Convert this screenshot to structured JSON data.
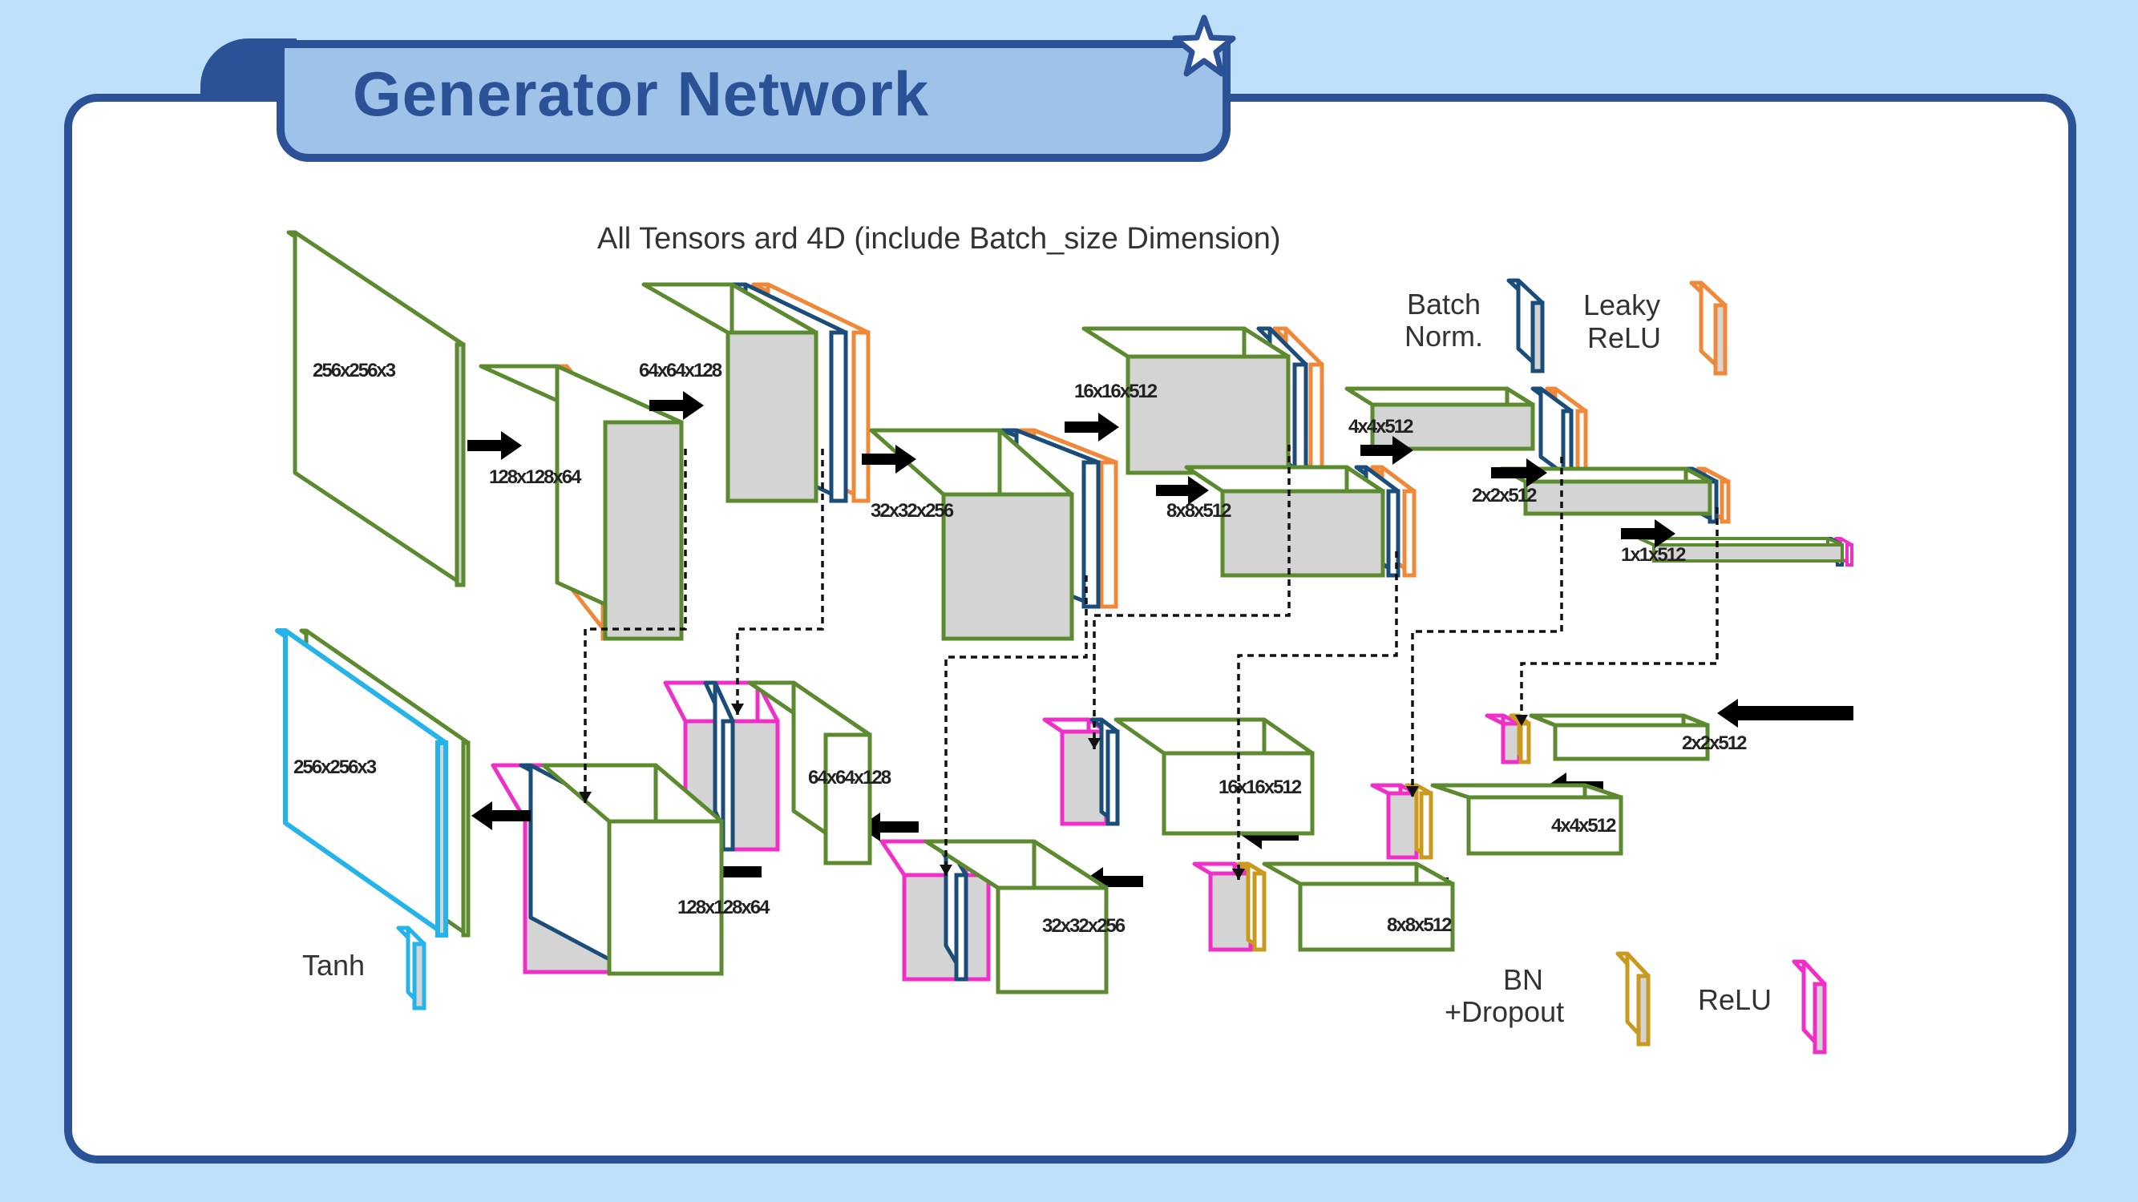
{
  "slide": {
    "title": "Generator Network"
  },
  "diagram": {
    "subtitle": "All Tensors ard 4D (include Batch_size Dimension)",
    "encoder_labels": [
      "256x256x3",
      "128x128x64",
      "64x64x128",
      "32x32x256",
      "16x16x512",
      "8x8x512",
      "4x4x512",
      "2x2x512",
      "1x1x512"
    ],
    "decoder_labels": [
      "2x2x512",
      "4x4x512",
      "8x8x512",
      "16x16x512",
      "32x32x256",
      "64x64x128",
      "128x128x64",
      "256x256x3"
    ],
    "legend": {
      "batch_norm_line1": "Batch",
      "batch_norm_line2": "Norm.",
      "leaky_relu_line1": "Leaky",
      "leaky_relu_line2": "ReLU",
      "tanh": "Tanh",
      "bn_dropout_line1": "BN",
      "bn_dropout_line2": "+Dropout",
      "relu": "ReLU"
    }
  },
  "colors": {
    "frame": "#2b5196",
    "title_tab": "#9fc3e8",
    "background": "#bfe0fb",
    "block_outline": "#5c8a2e",
    "block_face": "#d4d4d4",
    "batch_norm": "#1b4d7a",
    "leaky_relu": "#f0883a",
    "relu": "#f02fc8",
    "bn_dropout": "#c99a1e",
    "tanh": "#25b4ea"
  }
}
